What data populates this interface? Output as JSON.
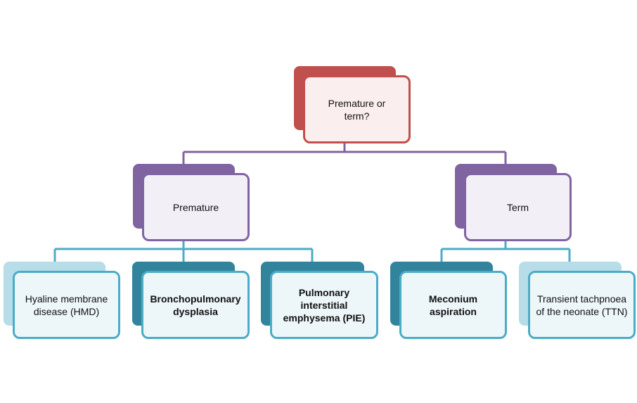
{
  "diagram": {
    "root": {
      "label": "Premature or term?",
      "back_color": "#c0504d",
      "border_color": "#c0504d",
      "fill_color": "#fbeeee"
    },
    "groups": [
      {
        "label": "Premature",
        "back_color": "#8064a2",
        "border_color": "#8064a2",
        "fill_color": "#f3eff7",
        "children": [
          {
            "label": "Hyaline membrane disease (HMD)",
            "back_color": "#b7dde8",
            "bold": false
          },
          {
            "label": "Bronchopulmonary dysplasia",
            "back_color": "#31849b",
            "bold": true
          },
          {
            "label": "Pulmonary interstitial emphysema (PIE)",
            "back_color": "#31849b",
            "bold": true
          }
        ]
      },
      {
        "label": "Term",
        "back_color": "#8064a2",
        "border_color": "#8064a2",
        "fill_color": "#f3eff7",
        "children": [
          {
            "label": "Meconium aspiration",
            "back_color": "#31849b",
            "bold": true
          },
          {
            "label": "Transient tachpnoea of the neonate (TTN)",
            "back_color": "#b7dde8",
            "bold": false
          }
        ]
      }
    ],
    "leaf_border_color": "#4bacc6",
    "leaf_fill_color": "#edf6f9",
    "connector_root_color": "#8064a2",
    "connector_leaf_color": "#4bacc6"
  }
}
